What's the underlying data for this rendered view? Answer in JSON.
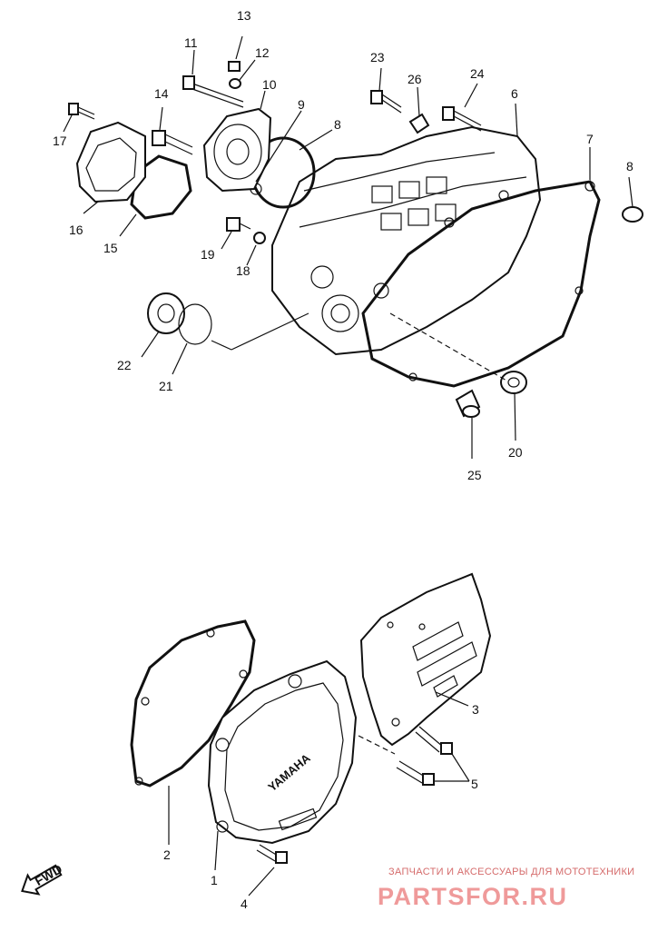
{
  "callouts": [
    {
      "id": "1",
      "text": "1"
    },
    {
      "id": "2",
      "text": "2"
    },
    {
      "id": "3",
      "text": "3"
    },
    {
      "id": "4",
      "text": "4"
    },
    {
      "id": "5",
      "text": "5"
    },
    {
      "id": "6",
      "text": "6"
    },
    {
      "id": "7",
      "text": "7"
    },
    {
      "id": "8a",
      "text": "8"
    },
    {
      "id": "8b",
      "text": "8"
    },
    {
      "id": "9",
      "text": "9"
    },
    {
      "id": "10",
      "text": "10"
    },
    {
      "id": "11",
      "text": "11"
    },
    {
      "id": "12",
      "text": "12"
    },
    {
      "id": "13",
      "text": "13"
    },
    {
      "id": "14",
      "text": "14"
    },
    {
      "id": "15",
      "text": "15"
    },
    {
      "id": "16",
      "text": "16"
    },
    {
      "id": "17",
      "text": "17"
    },
    {
      "id": "18",
      "text": "18"
    },
    {
      "id": "19",
      "text": "19"
    },
    {
      "id": "20",
      "text": "20"
    },
    {
      "id": "21",
      "text": "21"
    },
    {
      "id": "22",
      "text": "22"
    },
    {
      "id": "23",
      "text": "23"
    },
    {
      "id": "24",
      "text": "24"
    },
    {
      "id": "25",
      "text": "25"
    },
    {
      "id": "26",
      "text": "26"
    }
  ],
  "cover_logo": "YAMAHA",
  "fwd_label": "FWD",
  "watermark": {
    "tagline": "ЗАПЧАСТИ И АКСЕССУАРЫ ДЛЯ МОТОТЕХНИКИ",
    "brand": "PARTSFOR.RU"
  },
  "colors": {
    "line": "#111111",
    "watermark": "#ef9a9a"
  }
}
